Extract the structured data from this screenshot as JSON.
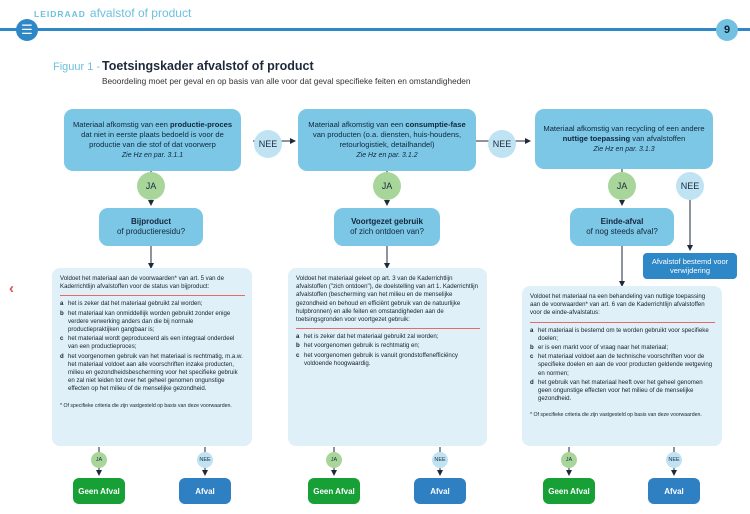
{
  "header": {
    "kicker": "LEIDRAAD",
    "title": "afvalstof of product",
    "page_number": "9",
    "menu_icon": "hamburger-menu-icon"
  },
  "figure": {
    "label": "Figuur 1 -",
    "title": "Toetsingskader afvalstof of product",
    "subtitle": "Beoordeling moet per geval en op basis van alle voor dat geval specifieke feiten en omstandigheden"
  },
  "top_boxes": [
    {
      "pre": "Materiaal afkomstig van een ",
      "bold": "productie-proces",
      "post": " dat niet in eerste plaats bedoeld is voor de productie van die stof of dat voorwerp",
      "ref": "Zie Hz en par. 3.1.1"
    },
    {
      "pre": "Materiaal afkomstig van een ",
      "bold": "consumptie-fase",
      "post": " van producten (o.a. diensten, huis-houdens, retourlogistiek, detailhandel)",
      "ref": "Zie Hz en par. 3.1.2"
    },
    {
      "pre": "Materiaal afkomstig van recycling of een andere ",
      "bold": "nuttige toepassing",
      "post": " van afvalstoffen",
      "ref": "Zie Hz en par. 3.1.3"
    }
  ],
  "connectors": {
    "nee": "NEE",
    "ja": "JA"
  },
  "questions": [
    {
      "line1": "Bijproduct",
      "line2": "of productieresidu?"
    },
    {
      "line1": "Voortgezet gebruik",
      "line2": "of zich ontdoen van?"
    },
    {
      "line1": "Einde-afval",
      "line2": "of nog steeds afval?"
    }
  ],
  "afvalstof_box": "Afvalstof bestemd voor verwijdering",
  "panels": [
    {
      "intro": "Voldoet het materiaal aan de voorwaarden* van art. 5 van de Kaderrichtlijn afvalstoffen voor de status van bijproduct:",
      "items": [
        {
          "letter": "a",
          "text": "het is zeker dat het materiaal gebruikt zal worden;"
        },
        {
          "letter": "b",
          "text": "het materiaal kan onmiddellijk worden gebruikt zonder enige verdere verwerking anders dan die bij normale productiepraktijken gangbaar is;"
        },
        {
          "letter": "c",
          "text": "het materiaal wordt geproduceerd als een integraal onderdeel van een productieproces;"
        },
        {
          "letter": "d",
          "text": "het voorgenomen gebruik van het materiaal is rechtmatig, m.a.w. het materiaal voldoet aan alle voorschriften inzake producten, milieu en gezondheidsbescherming voor het specifieke gebruik en zal niet leiden tot over het geheel genomen ongunstige effecten op het milieu of de menselijke gezondheid."
        }
      ],
      "footnote": "* Of specifieke criteria die zijn vastgesteld op basis van deze voorwaarden."
    },
    {
      "intro": "Voldoet het materiaal geleet op art. 3 van de Kaderrichtlijn afvalstoffen (\"zich ontdoen\"), de doelstelling van art 1. Kaderrichtlijn afvalstoffen (bescherming van het milieu en de menselijke gezondheid en behoud en efficiënt gebruik van de natuurlijke hulpbronnen) en alle feiten en omstandigheden aan de toetsingsgronden voor voortgezet gebruik:",
      "items": [
        {
          "letter": "a",
          "text": "het is zeker dat het materiaal gebruikt zal worden;"
        },
        {
          "letter": "b",
          "text": "het voorgenomen gebruik is rechtmatig en;"
        },
        {
          "letter": "c",
          "text": "het voorgenomen gebruik is vanuit grondstoffenefficiëncy voldoende hoogwaardig."
        }
      ],
      "footnote": ""
    },
    {
      "intro": "Voldoet het materiaal na een behandeling van nuttige toepassing aan de voorwaarden* van art. 6 van de Kaderrichtlijn afvalstoffen voor de einde-afvalstatus:",
      "items": [
        {
          "letter": "a",
          "text": "het materiaal is bestemd om te worden gebruikt voor specifieke doelen;"
        },
        {
          "letter": "b",
          "text": "er is een markt voor of vraag naar het materiaal;"
        },
        {
          "letter": "c",
          "text": "het materiaal voldoet aan de technische voorschriften voor de specifieke doelen en aan de voor producten geldende wetgeving en normen;"
        },
        {
          "letter": "d",
          "text": "het gebruik van het materiaal heeft over het geheel genomen geen ongunstige effecten voor het milieu of de menselijke gezondheid."
        }
      ],
      "footnote": "* Of specifieke criteria die zijn vastgesteld op basis van deze voorwaarden."
    }
  ],
  "outcomes": {
    "geen_afval": "Geen Afval",
    "afval": "Afval"
  },
  "nav": {
    "prev_icon": "chevron-left-icon"
  },
  "colors": {
    "accent": "#2e87c6",
    "box": "#7cc7e6",
    "panel": "#dff0f9",
    "green": "#16a036",
    "ja_circle": "#a8d69a",
    "nee_circle": "#bfe3f3",
    "rule": "#e8696a"
  }
}
